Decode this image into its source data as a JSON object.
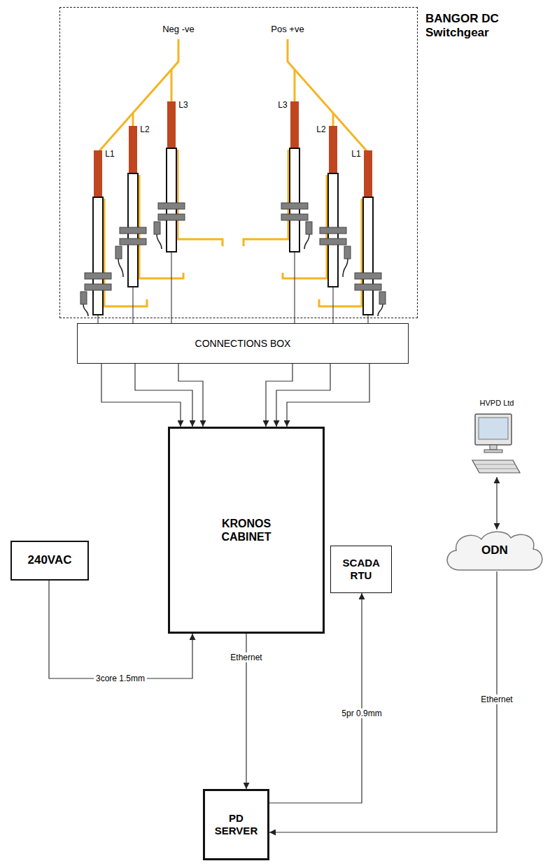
{
  "diagram": {
    "nodes": [
      {
        "text": [
          "BANGOR DC Switchgear"
        ]
      },
      {
        "text": [
          "CONNECTIONS BOX"
        ]
      },
      {
        "text": [
          "HVPD Ltd"
        ]
      },
      {
        "text": [
          "KRONOS CABINET"
        ]
      },
      {
        "text": [
          "240VAC"
        ]
      },
      {
        "text": [
          "SCADA RTU"
        ]
      },
      {
        "text": [
          "ODN"
        ]
      },
      {
        "text": [
          "PD SERVER"
        ]
      }
    ],
    "edges": [
      {
        "from": 0,
        "to": 1,
        "arrow": "none"
      },
      {
        "from": 0,
        "to": 1,
        "arrow": "none"
      },
      {
        "from": 0,
        "to": 1,
        "arrow": "none"
      },
      {
        "from": 0,
        "to": 1,
        "arrow": "none"
      },
      {
        "from": 0,
        "to": 1,
        "arrow": "none"
      },
      {
        "from": 0,
        "to": 1,
        "arrow": "none"
      },
      {
        "from": 1,
        "to": 3,
        "arrow": "to"
      },
      {
        "from": 1,
        "to": 3,
        "arrow": "to"
      },
      {
        "from": 1,
        "to": 3,
        "arrow": "to"
      },
      {
        "from": 1,
        "to": 3,
        "arrow": "to"
      },
      {
        "from": 1,
        "to": 3,
        "arrow": "to"
      },
      {
        "from": 1,
        "to": 3,
        "arrow": "to"
      },
      {
        "from": 4,
        "to": 3,
        "label": "3core 1.5mm",
        "arrow": "to"
      },
      {
        "from": 3,
        "to": 7,
        "label": "Ethernet",
        "arrow": "to"
      },
      {
        "from": 7,
        "to": 5,
        "label": "5pr 0.9mm",
        "arrow": "to"
      },
      {
        "from": 6,
        "to": 7,
        "label": "Ethernet",
        "arrow": "to"
      },
      {
        "from": 2,
        "to": 6,
        "arrow": "both"
      }
    ],
    "labels": [
      "Neg -ve",
      "Pos +ve",
      "L1",
      "L2",
      "L3",
      "L3",
      "L2",
      "L1"
    ]
  }
}
